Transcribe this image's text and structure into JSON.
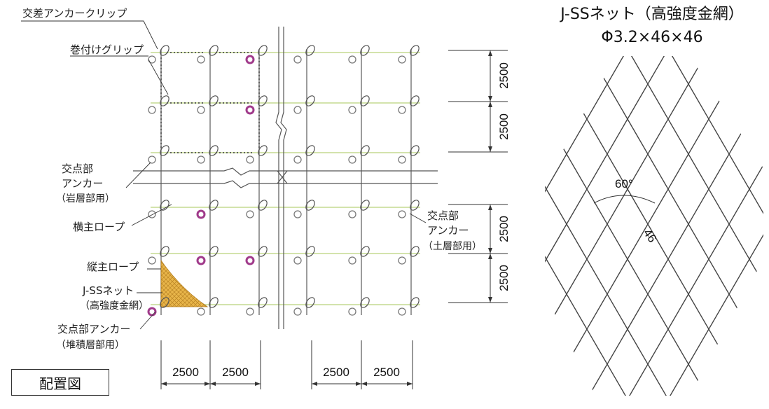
{
  "labels": {
    "cross_anchor_clip": "交差アンカークリップ",
    "wrap_grip": "巻付けグリップ",
    "node_anchor_rock_1": "交点部",
    "node_anchor_rock_2": "アンカー",
    "node_anchor_rock_3": "（岩層部用）",
    "horizontal_rope": "横主ロープ",
    "vertical_rope": "縦主ロープ",
    "jss_net_1": "J-SSネット",
    "jss_net_2": "（高強度金網）",
    "node_anchor_debris_1": "交点部アンカー",
    "node_anchor_debris_2": "（堆積層部用）",
    "node_anchor_soil_1": "交点部",
    "node_anchor_soil_2": "アンカー",
    "node_anchor_soil_3": "（土層部用）"
  },
  "dimensions": {
    "h1": "2500",
    "h2": "2500",
    "h3": "2500",
    "h4": "2500",
    "v1": "2500",
    "v2": "2500",
    "v3": "2500",
    "v4": "2500"
  },
  "net_detail": {
    "title_1": "J-SSネット（高強度金網）",
    "title_2": "Φ3.2×46×46",
    "angle": "60°",
    "mesh": "46"
  },
  "legend": "配置図",
  "colors": {
    "line": "#555555",
    "anchor_accent": "#a03a8a",
    "net_fill": "#d9a035",
    "rope_green": "#b9d27a"
  }
}
